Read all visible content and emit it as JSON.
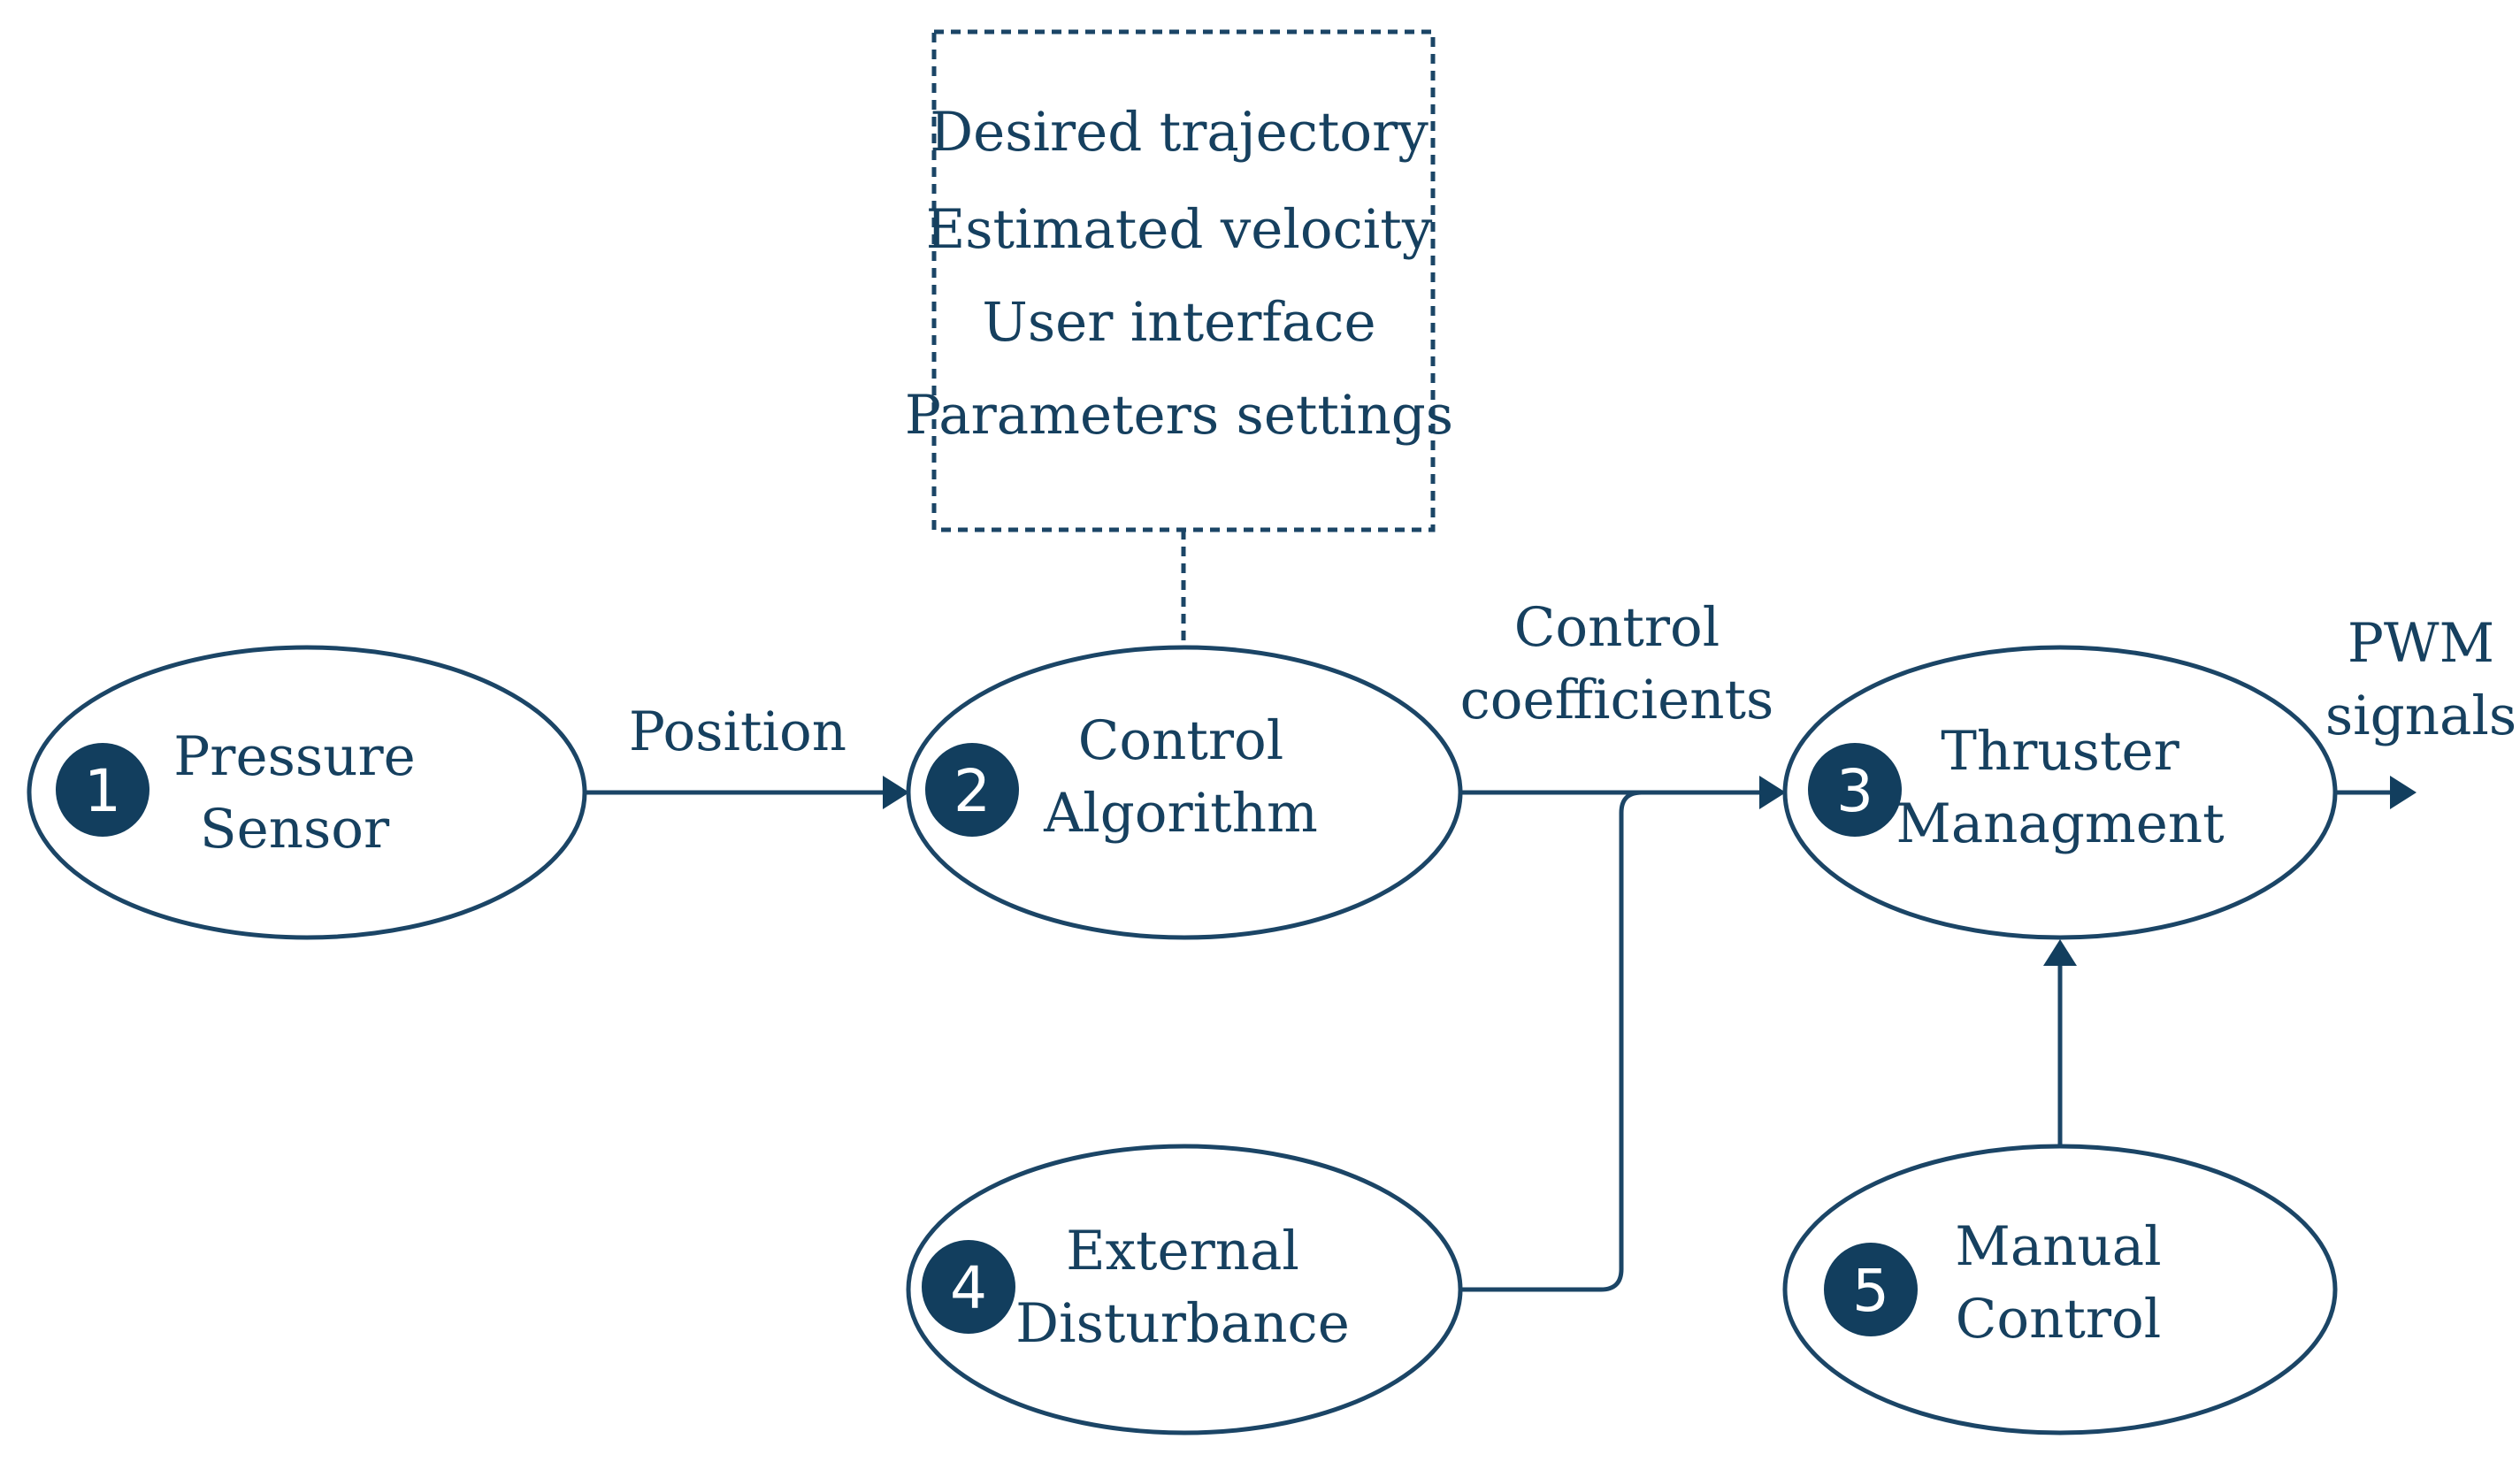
{
  "colors": {
    "stroke": "#1b4566",
    "text": "#16405f",
    "badge_fill": "#123e5e",
    "badge_text": "#ffffff",
    "background": "#ffffff"
  },
  "inputs_box": {
    "items": [
      "Desired trajectory",
      "Estimated velocity",
      "User interface",
      "Parameters settings"
    ]
  },
  "nodes": [
    {
      "number": "1",
      "lines": [
        "Pressure",
        "Sensor"
      ]
    },
    {
      "number": "2",
      "lines": [
        "Control",
        "Algorithm"
      ]
    },
    {
      "number": "3",
      "lines": [
        "Thruster",
        "Managment"
      ]
    },
    {
      "number": "4",
      "lines": [
        "External",
        "Disturbance"
      ]
    },
    {
      "number": "5",
      "lines": [
        "Manual",
        "Control"
      ]
    }
  ],
  "edge_labels": {
    "position": "Position",
    "control_coefficients": [
      "Control",
      "coefficients"
    ],
    "pwm_signals": [
      "PWM",
      "signals"
    ]
  }
}
